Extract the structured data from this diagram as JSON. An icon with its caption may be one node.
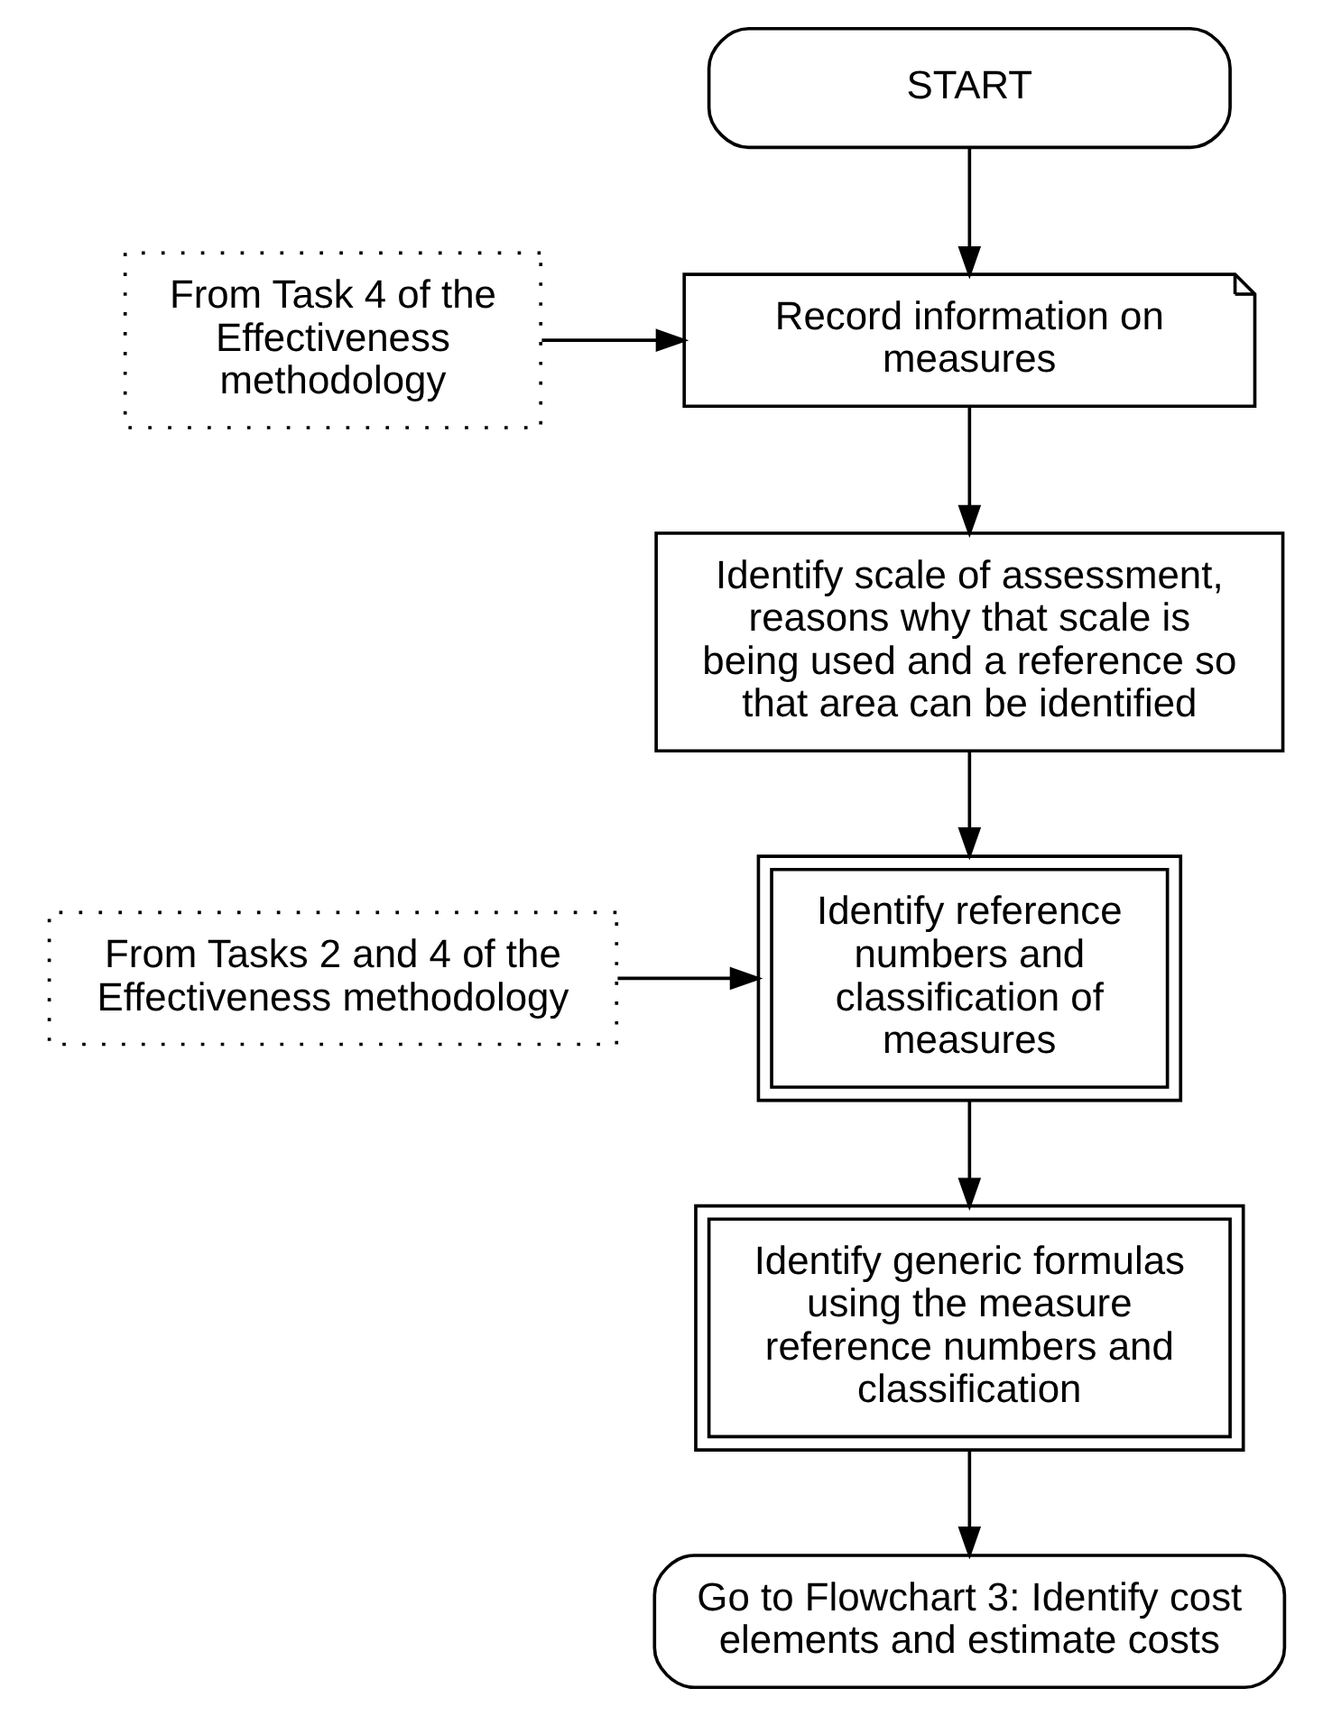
{
  "diagram": {
    "nodes": [
      {
        "text": [
          "START"
        ]
      },
      {
        "text": [
          "From Task 4 of the Effectiveness methodology"
        ]
      },
      {
        "text": [
          "Record information on measures"
        ]
      },
      {
        "text": [
          "Identify scale of assessment, reasons why that scale is being used and a reference so that area can be identified"
        ]
      },
      {
        "text": [
          "From Tasks 2 and 4 of the Effectiveness methodology"
        ]
      },
      {
        "text": [
          "Identify reference numbers and classification of measures"
        ]
      },
      {
        "text": [
          "Identify generic formulas using the measure reference numbers and classification"
        ]
      },
      {
        "text": [
          "Go to Flowchart 3: Identify cost elements and estimate costs"
        ]
      }
    ],
    "edges": [
      {
        "from": 0,
        "to": 2,
        "arrow": "to"
      },
      {
        "from": 1,
        "to": 2,
        "arrow": "to"
      },
      {
        "from": 2,
        "to": 3,
        "arrow": "to"
      },
      {
        "from": 3,
        "to": 5,
        "arrow": "to"
      },
      {
        "from": 4,
        "to": 5,
        "arrow": "to"
      },
      {
        "from": 5,
        "to": 6,
        "arrow": "to"
      },
      {
        "from": 6,
        "to": 7,
        "arrow": "to"
      }
    ]
  }
}
